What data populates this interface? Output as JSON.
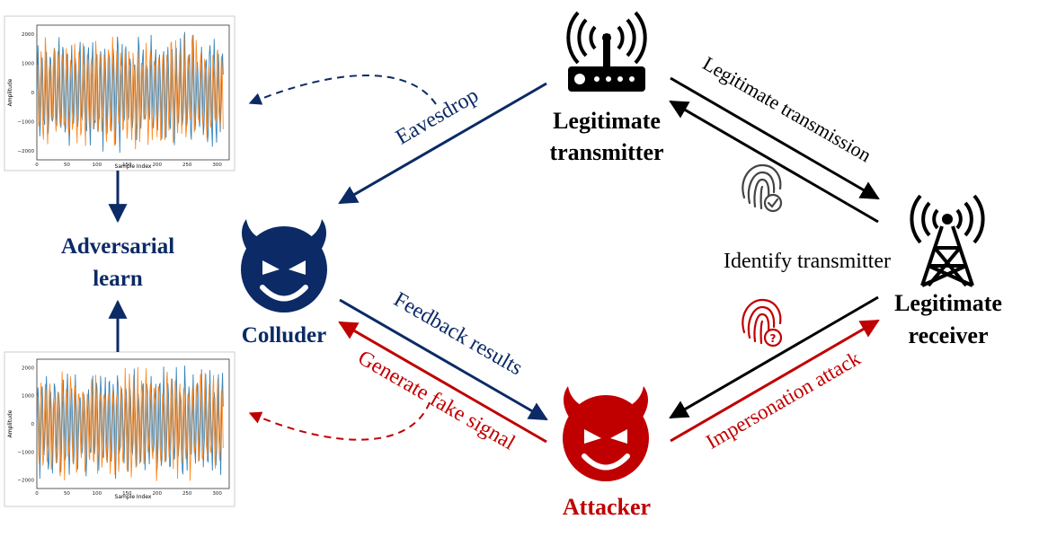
{
  "nodes": {
    "transmitter": {
      "line1": "Legitimate",
      "line2": "transmitter",
      "icon": "router-icon"
    },
    "receiver": {
      "line1": "Legitimate",
      "line2": "receiver",
      "icon": "cell-tower-icon"
    },
    "colluder": {
      "label": "Colluder",
      "icon": "devil-face-icon"
    },
    "attacker": {
      "label": "Attacker",
      "icon": "devil-face-icon"
    },
    "adversarial": {
      "line1": "Adversarial",
      "line2": "learn"
    }
  },
  "edges": {
    "legit_transmission": "Legitimate transmission",
    "identify": "Identify transmitter",
    "eavesdrop": "Eavesdrop",
    "feedback": "Feedback results",
    "fake_signal": "Generate fake signal",
    "impersonation": "Impersonation attack"
  },
  "icons": {
    "fingerprint_check": "fingerprint-check-icon",
    "fingerprint_question": "fingerprint-question-icon"
  },
  "colors": {
    "navy": "#0b2a66",
    "red": "#c00000",
    "black": "#000000",
    "plot_blue": "#1f77b4",
    "plot_orange": "#ff7f0e"
  },
  "charts": [
    {
      "type": "line",
      "xlabel": "Sample Index",
      "ylabel": "Amplitude",
      "xticks": [
        "0",
        "50",
        "100",
        "150",
        "200",
        "250",
        "300"
      ],
      "yticks": [
        "2000",
        "1000",
        "0",
        "−1000",
        "−2000"
      ],
      "xlim": [
        0,
        320
      ],
      "ylim": [
        -2300,
        2300
      ],
      "series": [
        {
          "color": "#1f77b4"
        },
        {
          "color": "#ff7f0e"
        }
      ]
    },
    {
      "type": "line",
      "xlabel": "Sample Index",
      "ylabel": "Amplitude",
      "xticks": [
        "0",
        "50",
        "100",
        "150",
        "200",
        "250",
        "300"
      ],
      "yticks": [
        "2000",
        "1000",
        "0",
        "−1000",
        "−2000"
      ],
      "xlim": [
        0,
        320
      ],
      "ylim": [
        -2300,
        2300
      ],
      "series": [
        {
          "color": "#1f77b4"
        },
        {
          "color": "#ff7f0e"
        }
      ]
    }
  ]
}
